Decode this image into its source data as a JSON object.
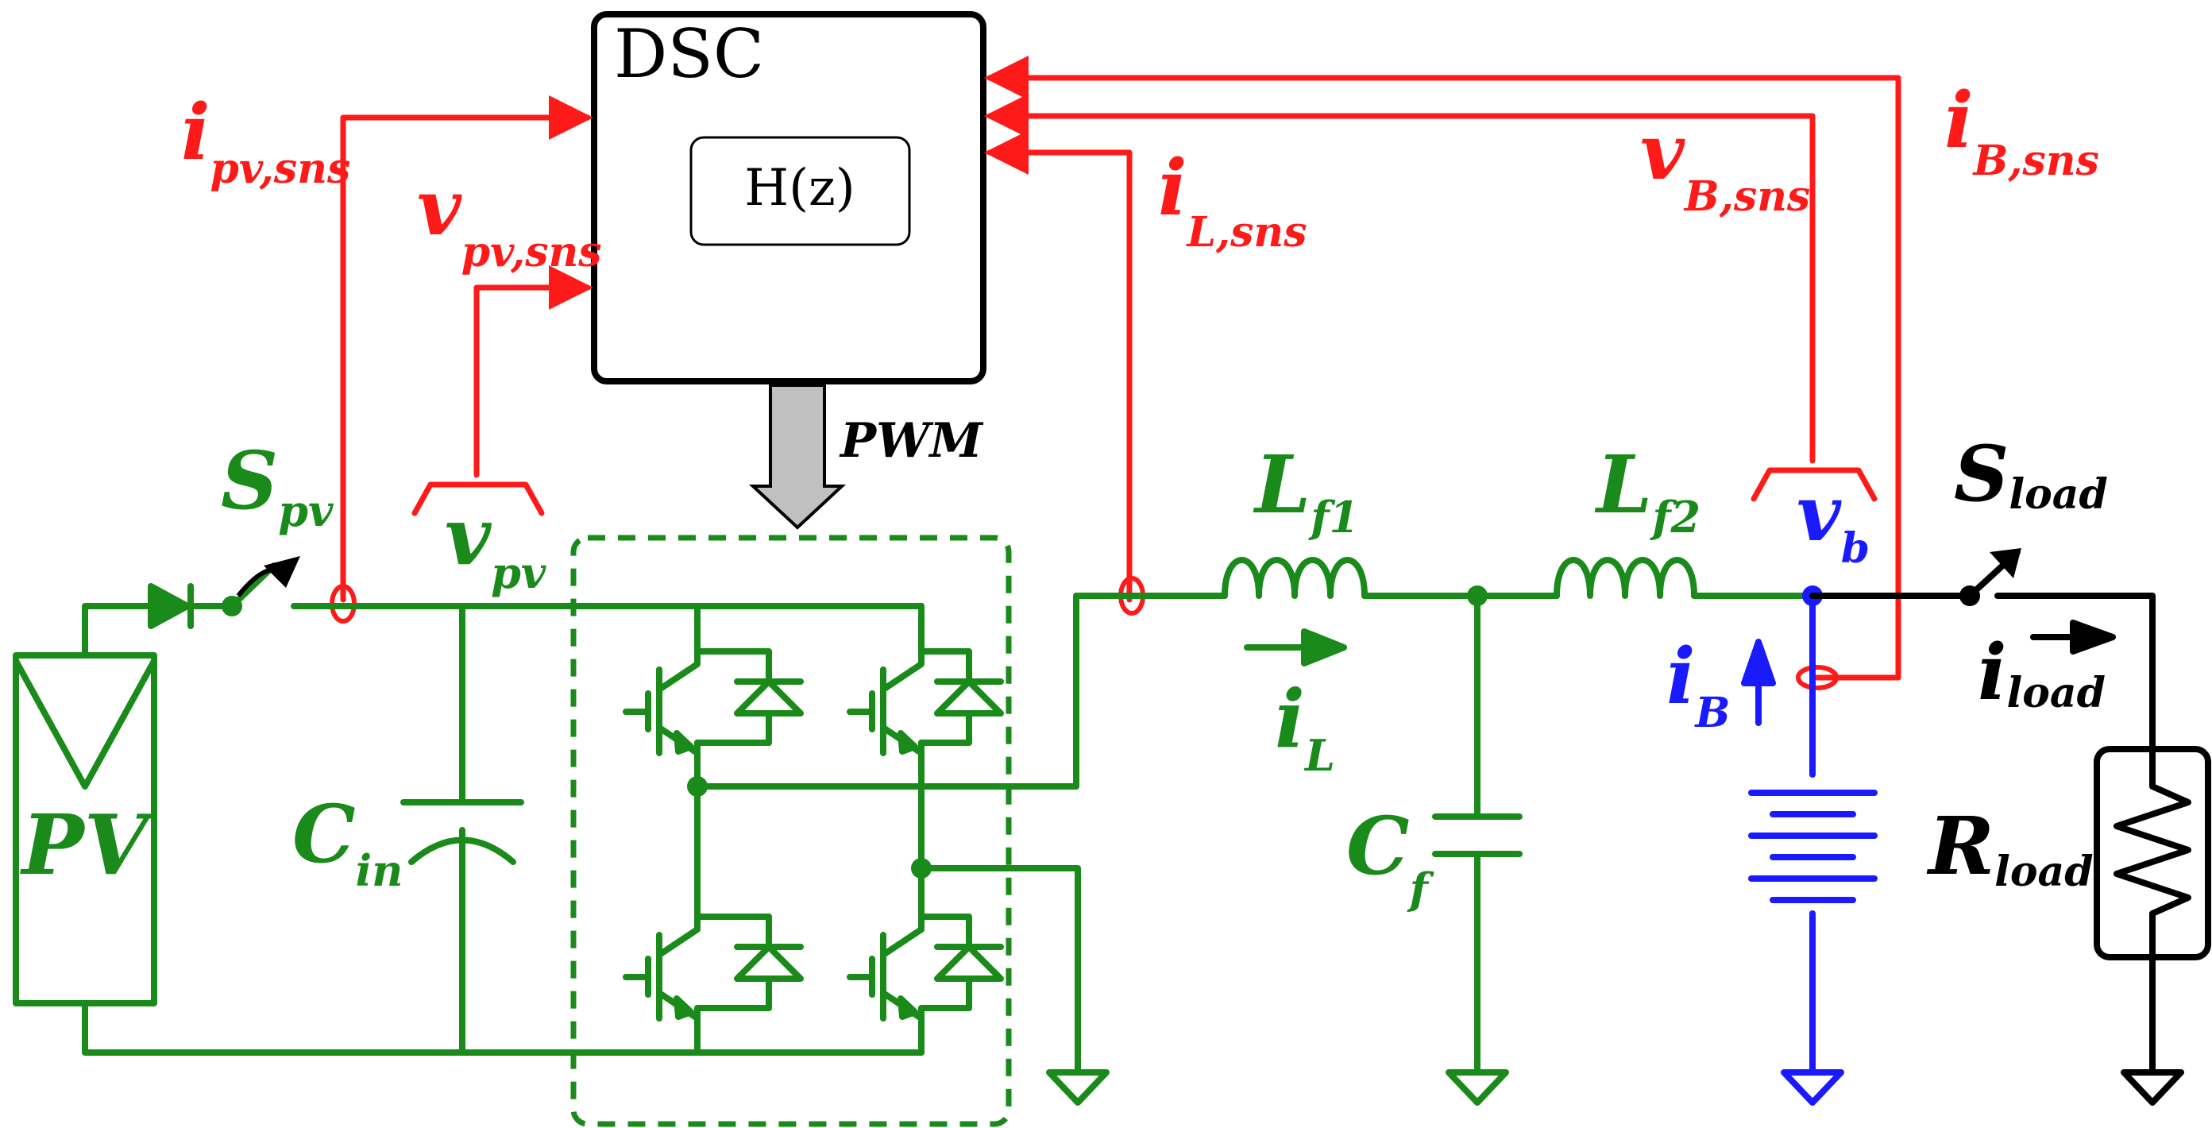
{
  "colors": {
    "power": "#1a8a1a",
    "sense": "#ff1a1a",
    "battery": "#1a1aff",
    "load": "#000000",
    "pwm_arrow": "#c0c0c0"
  },
  "controller": {
    "title": "DSC",
    "transfer_function": "H(z)"
  },
  "pwm_label": "PWM",
  "sense_labels": {
    "ipv": {
      "main": "i",
      "sub": "pv,sns"
    },
    "vpv": {
      "main": "v",
      "sub": "pv,sns"
    },
    "iL": {
      "main": "i",
      "sub": "L,sns"
    },
    "vB": {
      "main": "v",
      "sub": "B,sns"
    },
    "iB": {
      "main": "i",
      "sub": "B,sns"
    }
  },
  "components": {
    "pv": "PV",
    "spv": {
      "main": "S",
      "sub": "pv"
    },
    "vpv": {
      "main": "v",
      "sub": "pv"
    },
    "cin": {
      "main": "C",
      "sub": "in"
    },
    "lf1": {
      "main": "L",
      "sub": "f1"
    },
    "lf2": {
      "main": "L",
      "sub": "f2"
    },
    "il": {
      "main": "i",
      "sub": "L"
    },
    "cf": {
      "main": "C",
      "sub": "f"
    },
    "vb": {
      "main": "v",
      "sub": "b"
    },
    "ib": {
      "main": "i",
      "sub": "B"
    },
    "sload": {
      "main": "S",
      "sub": "load"
    },
    "iload": {
      "main": "i",
      "sub": "load"
    },
    "rload": {
      "main": "R",
      "sub": "load"
    }
  }
}
